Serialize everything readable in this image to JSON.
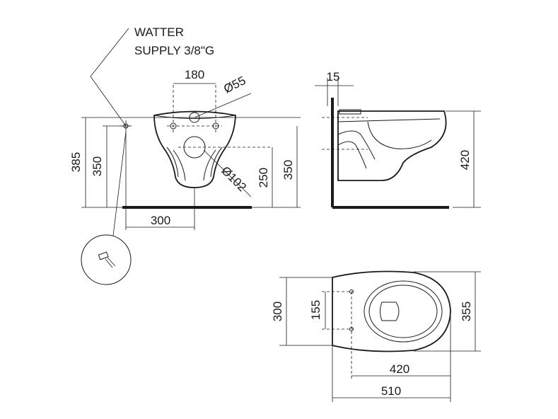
{
  "callout": {
    "line1": "WATTER",
    "line2": "SUPPLY 3/8\"G"
  },
  "dimensions": {
    "front_width_180": "180",
    "front_dia_55": "Ø55",
    "front_dia_102": "Ø102",
    "front_h_385": "385",
    "front_h_350_left": "350",
    "front_h_250": "250",
    "front_h_350_right": "350",
    "front_w_300": "300",
    "side_15": "15",
    "side_420": "420",
    "top_300": "300",
    "top_155": "155",
    "top_355": "355",
    "top_420": "420",
    "top_510": "510"
  }
}
